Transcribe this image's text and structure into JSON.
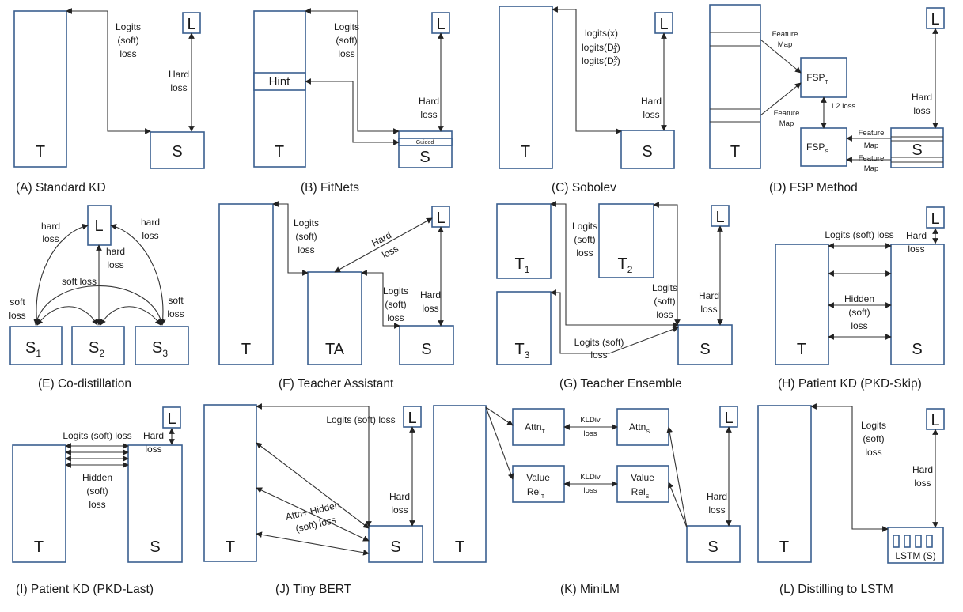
{
  "panels": {
    "a": {
      "caption": "(A) Standard KD",
      "t": "T",
      "s": "S",
      "l": "L",
      "soft": [
        "Logits",
        "(soft)",
        "loss"
      ],
      "hard": [
        "Hard",
        "loss"
      ]
    },
    "b": {
      "caption": "(B) FitNets",
      "t": "T",
      "s": "S",
      "l": "L",
      "hint": "Hint",
      "guided": "Guided",
      "soft": [
        "Logits",
        "(soft)",
        "loss"
      ],
      "hard": [
        "Hard",
        "loss"
      ]
    },
    "c": {
      "caption": "(C) Sobolev",
      "t": "T",
      "s": "S",
      "l": "L",
      "soft": [
        "logits(x)",
        "logits(D",
        "logits(D"
      ],
      "sub1": "1",
      "sub2": "2",
      "sup": "x",
      "hard": [
        "Hard",
        "loss"
      ]
    },
    "d": {
      "caption": "(D) FSP Method",
      "t": "T",
      "s": "S",
      "l": "L",
      "fsp": "FSP",
      "subT": "T",
      "subS": "S",
      "feature": "Feature",
      "map": "Map",
      "l2": "L2 loss",
      "hard": [
        "Hard",
        "loss"
      ]
    },
    "e": {
      "caption": "(E) Co-distillation",
      "l": "L",
      "s": "S",
      "subs": [
        "1",
        "2",
        "3"
      ],
      "hard": [
        "hard",
        "loss"
      ],
      "soft": [
        "soft",
        "loss"
      ],
      "soft_loss": "soft loss"
    },
    "f": {
      "caption": "(F) Teacher Assistant",
      "t": "T",
      "ta": "TA",
      "s": "S",
      "l": "L",
      "soft": [
        "Logits",
        "(soft)",
        "loss"
      ],
      "hard": [
        "Hard",
        "loss"
      ]
    },
    "g": {
      "caption": "(G) Teacher Ensemble",
      "t": "T",
      "s": "S",
      "l": "L",
      "subs": [
        "1",
        "2",
        "3"
      ],
      "soft": [
        "Logits",
        "(soft)",
        "loss"
      ],
      "soft2": [
        "Logits (soft)",
        "loss"
      ],
      "hard": [
        "Hard",
        "loss"
      ]
    },
    "h": {
      "caption": "(H) Patient KD (PKD-Skip)",
      "t": "T",
      "s": "S",
      "l": "L",
      "logits": "Logits (soft) loss",
      "hidden": [
        "Hidden",
        "(soft)",
        "loss"
      ],
      "hard": [
        "Hard",
        "loss"
      ]
    },
    "i": {
      "caption": "(I) Patient KD (PKD-Last)",
      "t": "T",
      "s": "S",
      "l": "L",
      "logits": "Logits (soft) loss",
      "hidden": [
        "Hidden",
        "(soft)",
        "loss"
      ],
      "hard": [
        "Hard",
        "loss"
      ]
    },
    "j": {
      "caption": "(J) Tiny BERT",
      "t": "T",
      "s": "S",
      "l": "L",
      "logits": "Logits (soft) loss",
      "attn": [
        "Attn+ Hidden",
        "(soft) loss"
      ],
      "hard": [
        "Hard",
        "loss"
      ]
    },
    "k": {
      "caption": "(K) MiniLM",
      "t": "T",
      "s": "S",
      "l": "L",
      "attn": "Attn",
      "value": "Value",
      "rel": "Rel",
      "subT": "T",
      "subS": "S",
      "kl": [
        "KLDiv",
        "loss"
      ],
      "hard": [
        "Hard",
        "loss"
      ]
    },
    "l": {
      "caption": "(L) Distilling to LSTM",
      "t": "T",
      "l": "L",
      "lstm": "LSTM (S)",
      "soft": [
        "Logits",
        "(soft)",
        "loss"
      ],
      "hard": [
        "Hard",
        "loss"
      ]
    }
  }
}
